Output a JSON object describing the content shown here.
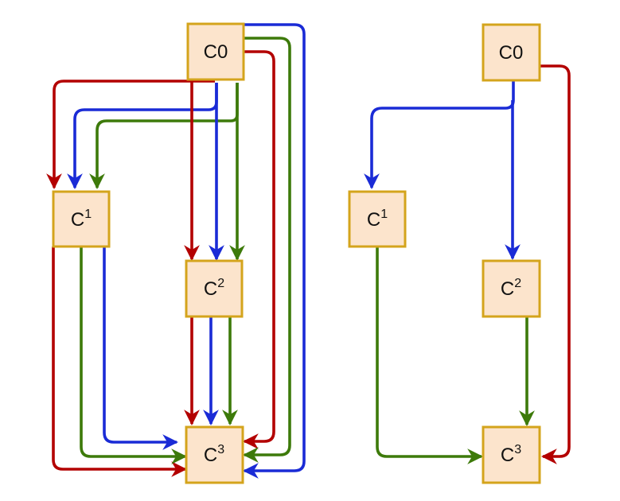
{
  "colors": {
    "red": "#b30000",
    "blue": "#1a2bd6",
    "green": "#3d7a0a",
    "node_fill": "#fce4cc",
    "node_border": "#d4a41c"
  },
  "diagrams": [
    {
      "id": "full",
      "nodes": [
        {
          "id": "C0",
          "base": "C0",
          "sup": ""
        },
        {
          "id": "C1",
          "base": "C",
          "sup": "1"
        },
        {
          "id": "C2",
          "base": "C",
          "sup": "2"
        },
        {
          "id": "C3",
          "base": "C",
          "sup": "3"
        }
      ],
      "edges": [
        {
          "from": "C0",
          "to": "C1",
          "color": "red"
        },
        {
          "from": "C0",
          "to": "C1",
          "color": "blue"
        },
        {
          "from": "C0",
          "to": "C1",
          "color": "green"
        },
        {
          "from": "C0",
          "to": "C2",
          "color": "red"
        },
        {
          "from": "C0",
          "to": "C2",
          "color": "blue"
        },
        {
          "from": "C0",
          "to": "C2",
          "color": "green"
        },
        {
          "from": "C0",
          "to": "C3",
          "color": "red"
        },
        {
          "from": "C0",
          "to": "C3",
          "color": "green"
        },
        {
          "from": "C0",
          "to": "C3",
          "color": "blue"
        },
        {
          "from": "C1",
          "to": "C3",
          "color": "red"
        },
        {
          "from": "C1",
          "to": "C3",
          "color": "green"
        },
        {
          "from": "C1",
          "to": "C3",
          "color": "blue"
        },
        {
          "from": "C2",
          "to": "C3",
          "color": "red"
        },
        {
          "from": "C2",
          "to": "C3",
          "color": "blue"
        },
        {
          "from": "C2",
          "to": "C3",
          "color": "green"
        }
      ]
    },
    {
      "id": "reduced",
      "nodes": [
        {
          "id": "C0",
          "base": "C0",
          "sup": ""
        },
        {
          "id": "C1",
          "base": "C",
          "sup": "1"
        },
        {
          "id": "C2",
          "base": "C",
          "sup": "2"
        },
        {
          "id": "C3",
          "base": "C",
          "sup": "3"
        }
      ],
      "edges": [
        {
          "from": "C0",
          "to": "C1",
          "color": "blue"
        },
        {
          "from": "C0",
          "to": "C2",
          "color": "blue"
        },
        {
          "from": "C0",
          "to": "C3",
          "color": "red"
        },
        {
          "from": "C1",
          "to": "C3",
          "color": "green"
        },
        {
          "from": "C2",
          "to": "C3",
          "color": "green"
        }
      ]
    }
  ]
}
